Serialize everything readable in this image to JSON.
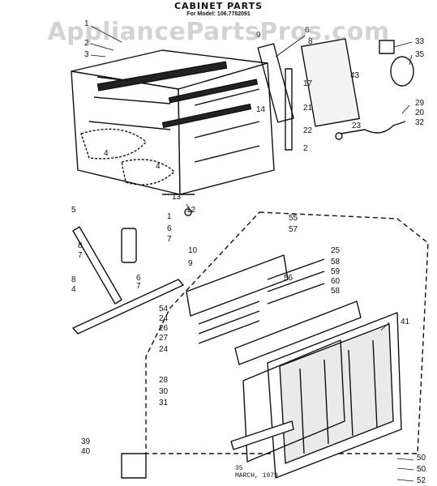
{
  "title": "CABINET PARTS",
  "model_line": "For Model: 106.7782091",
  "watermark": "AppliancePartsPros.com",
  "footer": {
    "line1": "35",
    "line2": "MARCH, 1979"
  },
  "callouts": [
    "1",
    "2",
    "3",
    "4",
    "4",
    "6",
    "8",
    "9",
    "14",
    "17",
    "21",
    "22",
    "2",
    "43",
    "33",
    "35",
    "29",
    "20",
    "32",
    "23",
    "13",
    "12",
    "5",
    "6",
    "7",
    "8",
    "7",
    "8",
    "4",
    "1",
    "6",
    "7",
    "10",
    "9",
    "55",
    "57",
    "25",
    "58",
    "59",
    "60",
    "58",
    "56",
    "54",
    "24",
    "26",
    "27",
    "24",
    "41",
    "28",
    "30",
    "31",
    "39",
    "40",
    "50",
    "50",
    "52"
  ]
}
